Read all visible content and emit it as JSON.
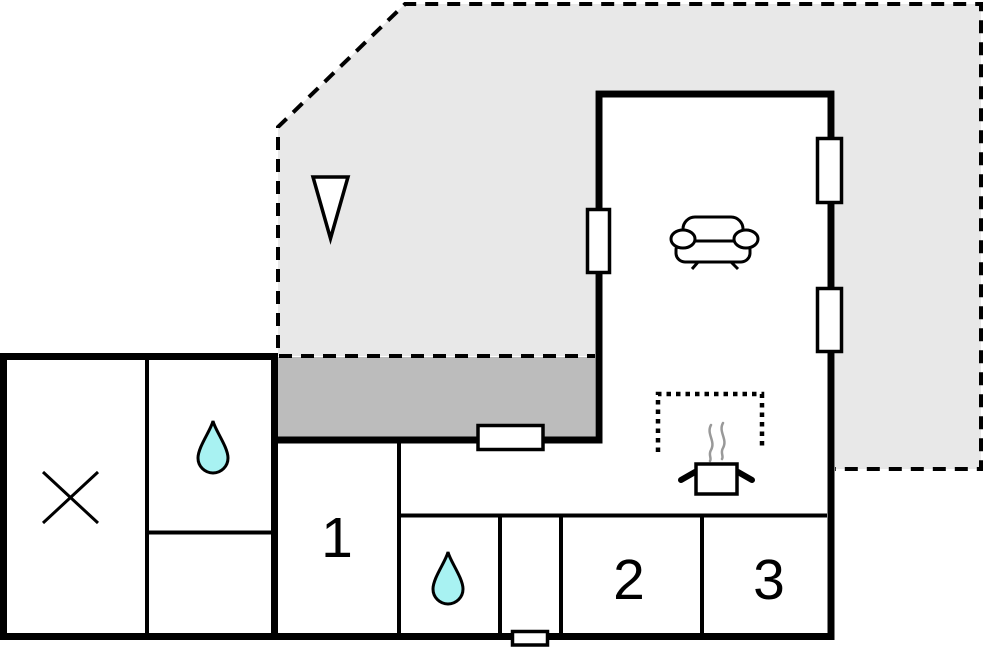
{
  "rooms": {
    "room1_label": "1",
    "room2_label": "2",
    "room3_label": "3"
  },
  "icons": {
    "north_arrow": "north-arrow-icon",
    "carport_cross": "carport-cross-icon",
    "bathroom_drop_annex": "water-drop-icon",
    "bathroom_drop_main": "water-drop-icon",
    "sofa": "sofa-icon",
    "stove_hood": "stove-hood-dashed-outline",
    "cooking_pot": "cooking-pot-icon",
    "steam": "steam-icon",
    "entrance_door": "door-opening",
    "windows": "window-marker"
  },
  "colors": {
    "wall": "#000000",
    "floor": "#ffffff",
    "terrace_light": "#e8e8e8",
    "terrace_dark": "#bcbcbc",
    "water": "#a8f2f2",
    "steam": "#999999"
  }
}
